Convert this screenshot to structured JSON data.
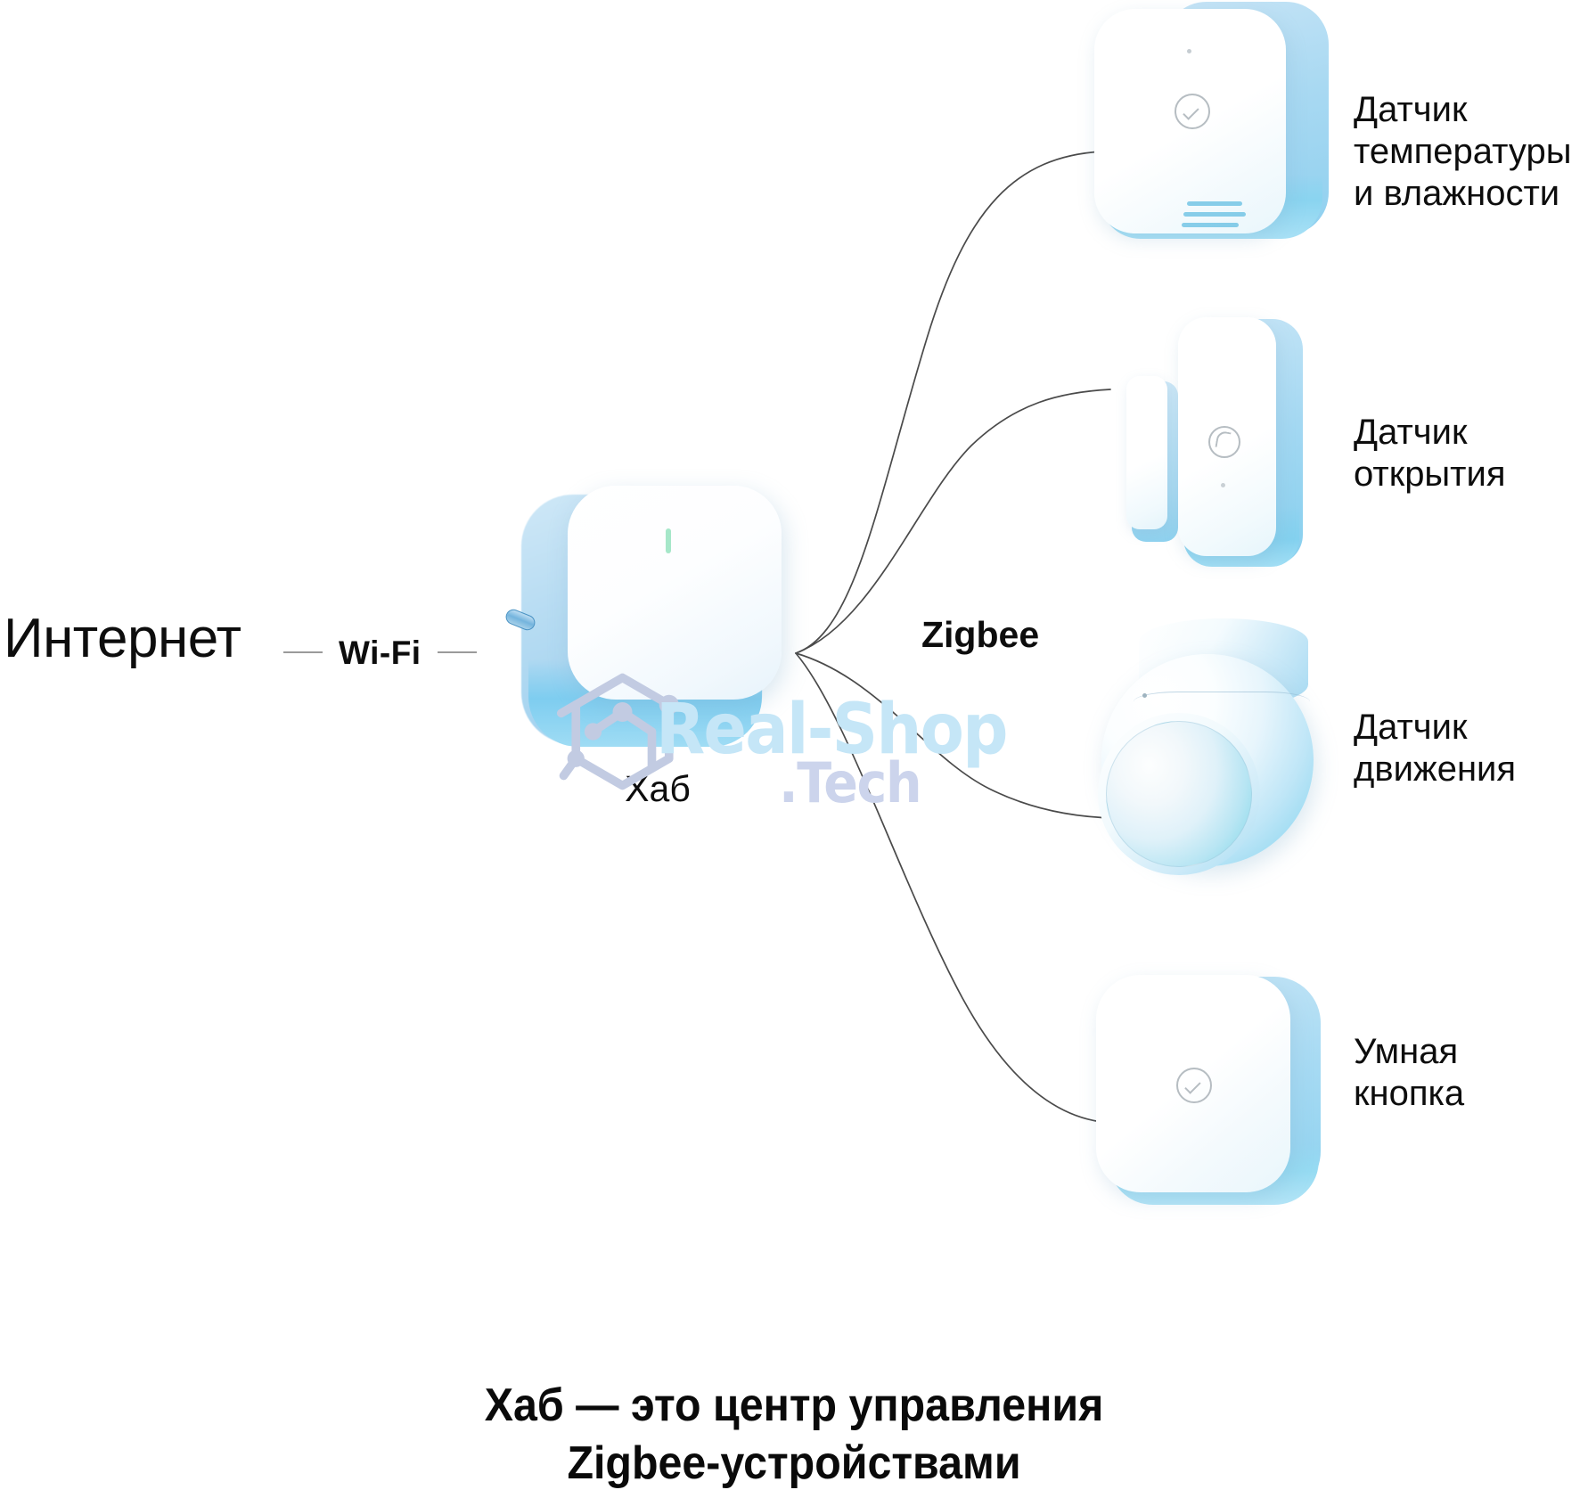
{
  "diagram": {
    "internet_label": "Интернет",
    "wifi_label": "Wi-Fi",
    "hub_label": "Хаб",
    "zigbee_label": "Zigbee",
    "caption": "Хаб — это центр управления\nZigbee-устройствами"
  },
  "devices": [
    {
      "id": "temperature-humidity-sensor",
      "label": "Датчик\nтемпературы\nи влажности",
      "icon": "check-circle-logo"
    },
    {
      "id": "opening-sensor",
      "label": "Датчик\nоткрытия",
      "icon": "open-circle-logo"
    },
    {
      "id": "motion-sensor",
      "label": "Датчик\nдвижения",
      "icon": "lens-dome"
    },
    {
      "id": "smart-button",
      "label": "Умная\nкнопка",
      "icon": "check-circle-logo"
    }
  ],
  "watermark": {
    "main": "Real-Shop",
    "sub": ".Tech"
  },
  "colors": {
    "accent_blue": "#8ad4f0",
    "device_white": "#ffffff",
    "text": "#0d0d0d",
    "link_line": "#4a4a4a",
    "dash": "#9a9a9a",
    "hub_led": "#96e3c0",
    "watermark_main": "#c5e6f7",
    "watermark_sub": "#ccd4ec"
  }
}
